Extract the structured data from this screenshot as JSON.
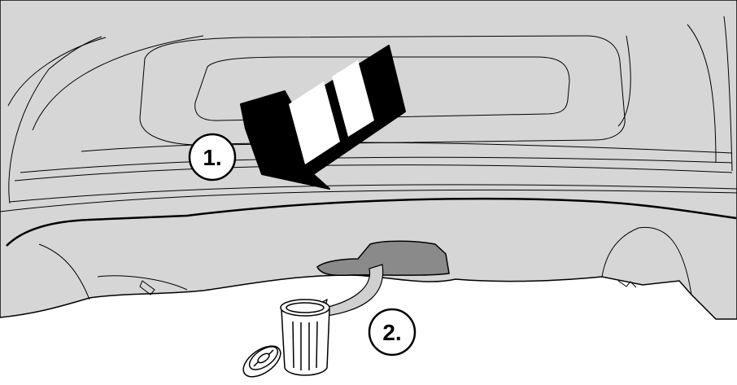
{
  "callouts": [
    {
      "id": "step-1",
      "label": "1."
    },
    {
      "id": "step-2",
      "label": "2."
    }
  ],
  "colors": {
    "panel_fill": "#d6d6d6",
    "outline": "#000000",
    "cover_fill": "#8a8a8a",
    "arrow_fill": "#000000",
    "arrow_stripe": "#ffffff",
    "curved_arrow_fill": "#d0d0d0",
    "background": "#ffffff"
  },
  "icons": {
    "push_direction": "striped-arrow-icon",
    "discard_direction": "curved-arrow-icon",
    "waste": "trash-bin-icon",
    "removed_part": "cover-disc-icon"
  }
}
